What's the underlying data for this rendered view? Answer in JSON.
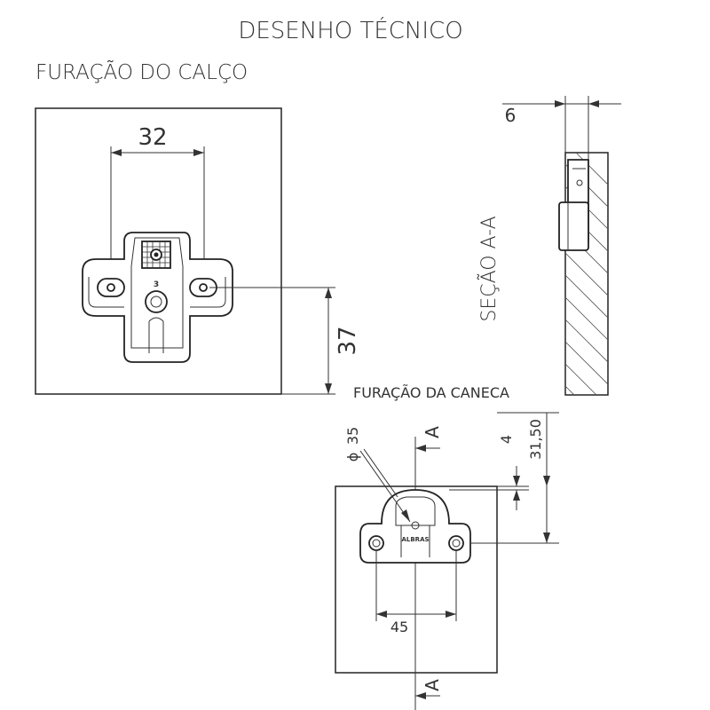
{
  "title": "DESENHO TÉCNICO",
  "views": {
    "spacer": {
      "label": "FURAÇÃO DO CALÇO",
      "dim_horizontal": "32",
      "dim_vertical": "37",
      "part_marking": "3"
    },
    "section": {
      "label": "SEÇÃO A-A",
      "dim_thickness": "6"
    },
    "cup": {
      "label": "FURAÇÃO DA CANECA",
      "dim_diameter": "35",
      "diameter_symbol": "ϕ",
      "dim_edge": "4",
      "dim_depth": "31,50",
      "dim_horizontal": "45",
      "brand_marking": "ALBRAS",
      "section_marker": "A"
    }
  }
}
